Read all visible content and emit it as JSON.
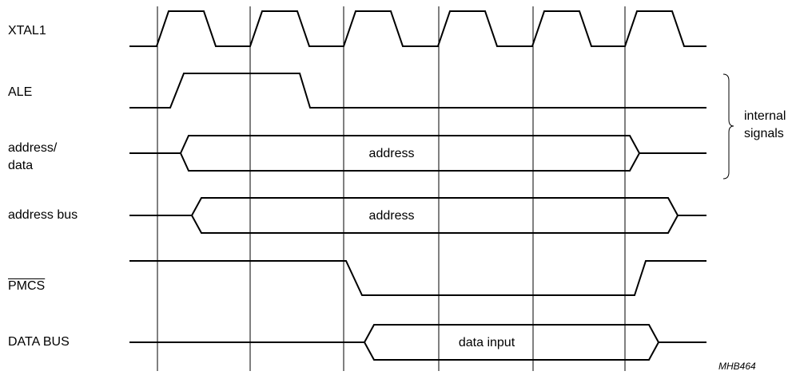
{
  "signals": {
    "xtal1": "XTAL1",
    "ale": "ALE",
    "address_data": "address/\ndata",
    "address_bus": "address bus",
    "pmcs": "PMCS",
    "data_bus": "DATA BUS"
  },
  "bus_values": {
    "address_data": "address",
    "address_bus": "address",
    "data_bus": "data input"
  },
  "group_label": "internal\nsignals",
  "figure_ref": "MHB464",
  "colors": {
    "line": "#000000",
    "background": "#ffffff"
  }
}
